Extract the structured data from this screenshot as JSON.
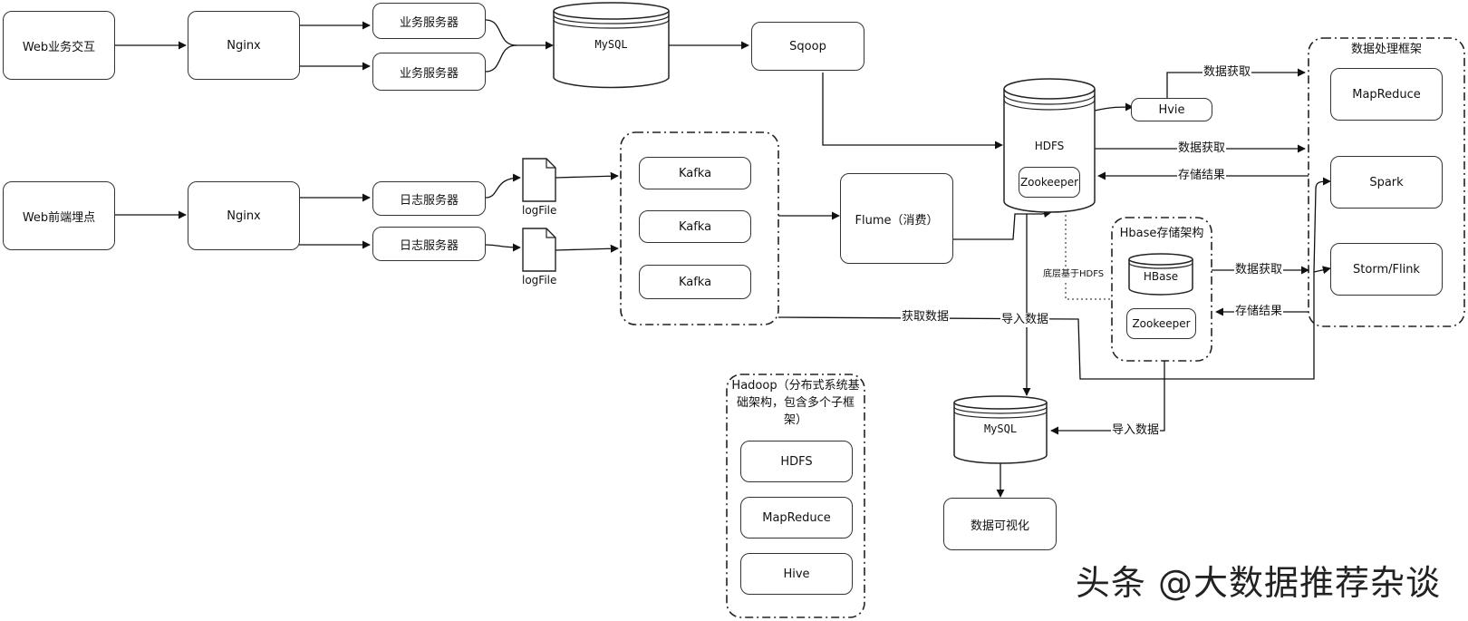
{
  "rows": {
    "web_interact": "Web业务交互",
    "web_tracking": "Web前端埋点",
    "nginx_top": "Nginx",
    "nginx_bottom": "Nginx",
    "biz_server_1": "业务服务器",
    "biz_server_2": "业务服务器",
    "log_server_1": "日志服务器",
    "log_server_2": "日志服务器",
    "logfile_1": "logFile",
    "logfile_2": "logFile"
  },
  "storage": {
    "mysql_top": "MySQL",
    "mysql_bottom": "MySQL",
    "hdfs": "HDFS",
    "hdfs_zookeeper": "Zookeeper",
    "sqoop": "Sqoop",
    "hvie": "Hvie",
    "flume": "Flume（消费）",
    "visualization": "数据可视化"
  },
  "kafka_cluster": {
    "items": [
      "Kafka",
      "Kafka",
      "Kafka"
    ]
  },
  "processing_frame": {
    "title": "数据处理框架",
    "items": [
      "MapReduce",
      "Spark",
      "Storm/Flink"
    ]
  },
  "hbase_frame": {
    "title": "Hbase存储架构",
    "hbase": "HBase",
    "zookeeper": "Zookeeper"
  },
  "hadoop_frame": {
    "title_line1": "Hadoop（分布式系统基",
    "title_line2": "础架构，包含多个子框",
    "title_line3": "架）",
    "items": [
      "HDFS",
      "MapReduce",
      "Hive"
    ]
  },
  "edge_labels": {
    "fetch_data_1": "数据获取",
    "fetch_data_2": "数据获取",
    "fetch_data_3": "数据获取",
    "store_result_1": "存储结果",
    "store_result_2": "存储结果",
    "based_on_hdfs": "底层基于HDFS",
    "get_data": "获取数据",
    "import_data_1": "导入数据",
    "import_data_2": "导入数据"
  },
  "watermark": "头条 @大数据推荐杂谈"
}
